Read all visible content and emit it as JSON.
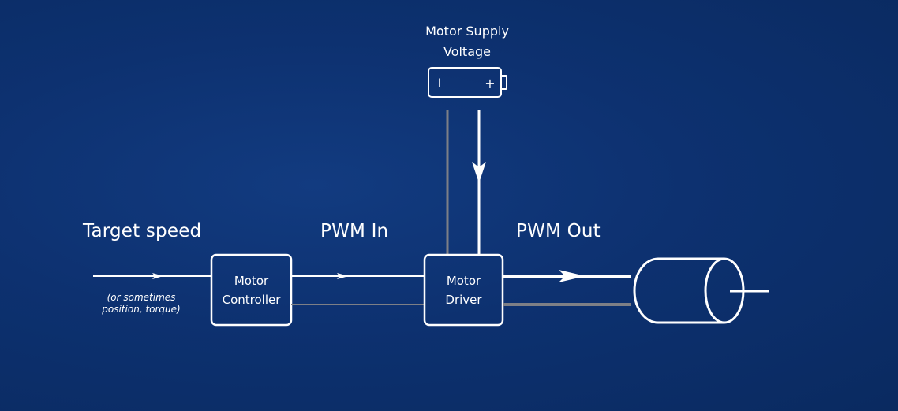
{
  "labels": {
    "supply_line1": "Motor Supply",
    "supply_line2": "Voltage",
    "target_speed": "Target speed",
    "target_note_line1": "(or sometimes",
    "target_note_line2": "position, torque)",
    "pwm_in": "PWM In",
    "pwm_out": "PWM Out"
  },
  "blocks": {
    "controller": {
      "line1": "Motor",
      "line2": "Controller"
    },
    "driver": {
      "line1": "Motor",
      "line2": "Driver"
    }
  },
  "battery": {
    "minus": "I",
    "plus": "+"
  },
  "colors": {
    "background": "#0d3170",
    "stroke": "#ffffff",
    "return_line": "#7d7f86"
  }
}
